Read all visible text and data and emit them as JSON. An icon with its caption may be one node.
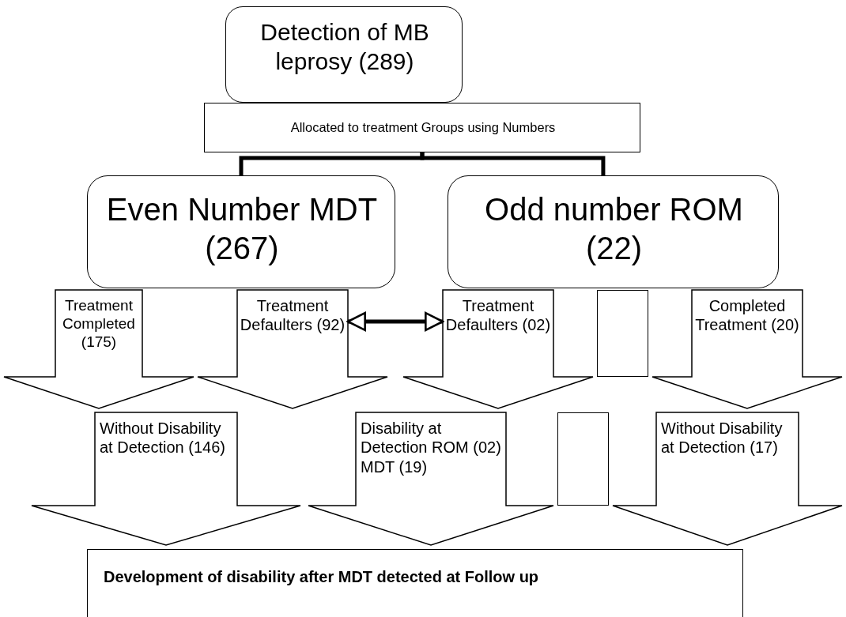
{
  "diagram": {
    "nodes": [
      {
        "text": [
          "Detection of MB leprosy (289)"
        ]
      },
      {
        "text": [
          "Allocated to treatment Groups using Numbers"
        ]
      },
      {
        "text": [
          "Even Number MDT (267)"
        ]
      },
      {
        "text": [
          "Odd number ROM (22)"
        ]
      },
      {
        "text": [
          "Treatment Completed (175)"
        ]
      },
      {
        "text": [
          "Treatment Defaulters (92)"
        ]
      },
      {
        "text": [
          "Treatment Defaulters (02)"
        ]
      },
      {
        "text": [],
        "shape": "box"
      },
      {
        "text": [
          "Completed Treatment (20)"
        ]
      },
      {
        "text": [
          "Without Disability at Detection (146)"
        ]
      },
      {
        "text": [
          "Disability at Detection ROM (02) MDT (19)"
        ]
      },
      {
        "text": [],
        "shape": "box"
      },
      {
        "text": [
          "Without Disability at Detection (17)"
        ]
      },
      {
        "text": [
          "Development of disability after MDT detected at Follow up"
        ]
      }
    ],
    "edges": [
      {
        "from": 1,
        "to": 2,
        "arrow": "none"
      },
      {
        "from": 1,
        "to": 3,
        "arrow": "none"
      },
      {
        "from": 5,
        "to": 6,
        "arrow": "both"
      }
    ]
  }
}
